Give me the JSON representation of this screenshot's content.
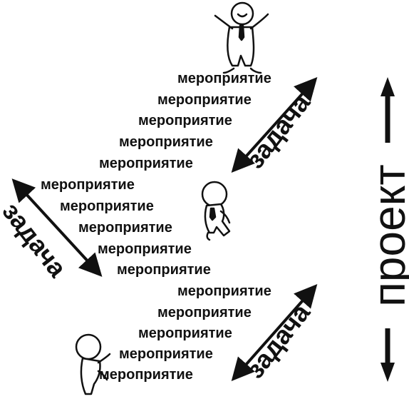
{
  "diagram": {
    "project_label": "проект",
    "task_label": "задача",
    "activity_label": "мероприятие",
    "groups": [
      {
        "task": "задача",
        "activities": [
          "мероприятие",
          "мероприятие",
          "мероприятие",
          "мероприятие",
          "мероприятие"
        ]
      },
      {
        "task": "задача",
        "activities": [
          "мероприятие",
          "мероприятие",
          "мероприятие",
          "мероприятие",
          "мероприятие"
        ]
      },
      {
        "task": "задача",
        "activities": [
          "мероприятие",
          "мероприятие",
          "мероприятие",
          "мероприятие",
          "мероприятие"
        ]
      }
    ]
  },
  "colors": {
    "ink": "#111111",
    "background": "#ffffff"
  },
  "icons": [
    "person-celebrating-icon",
    "person-walking-icon",
    "person-crawling-icon",
    "double-arrow-icon"
  ]
}
